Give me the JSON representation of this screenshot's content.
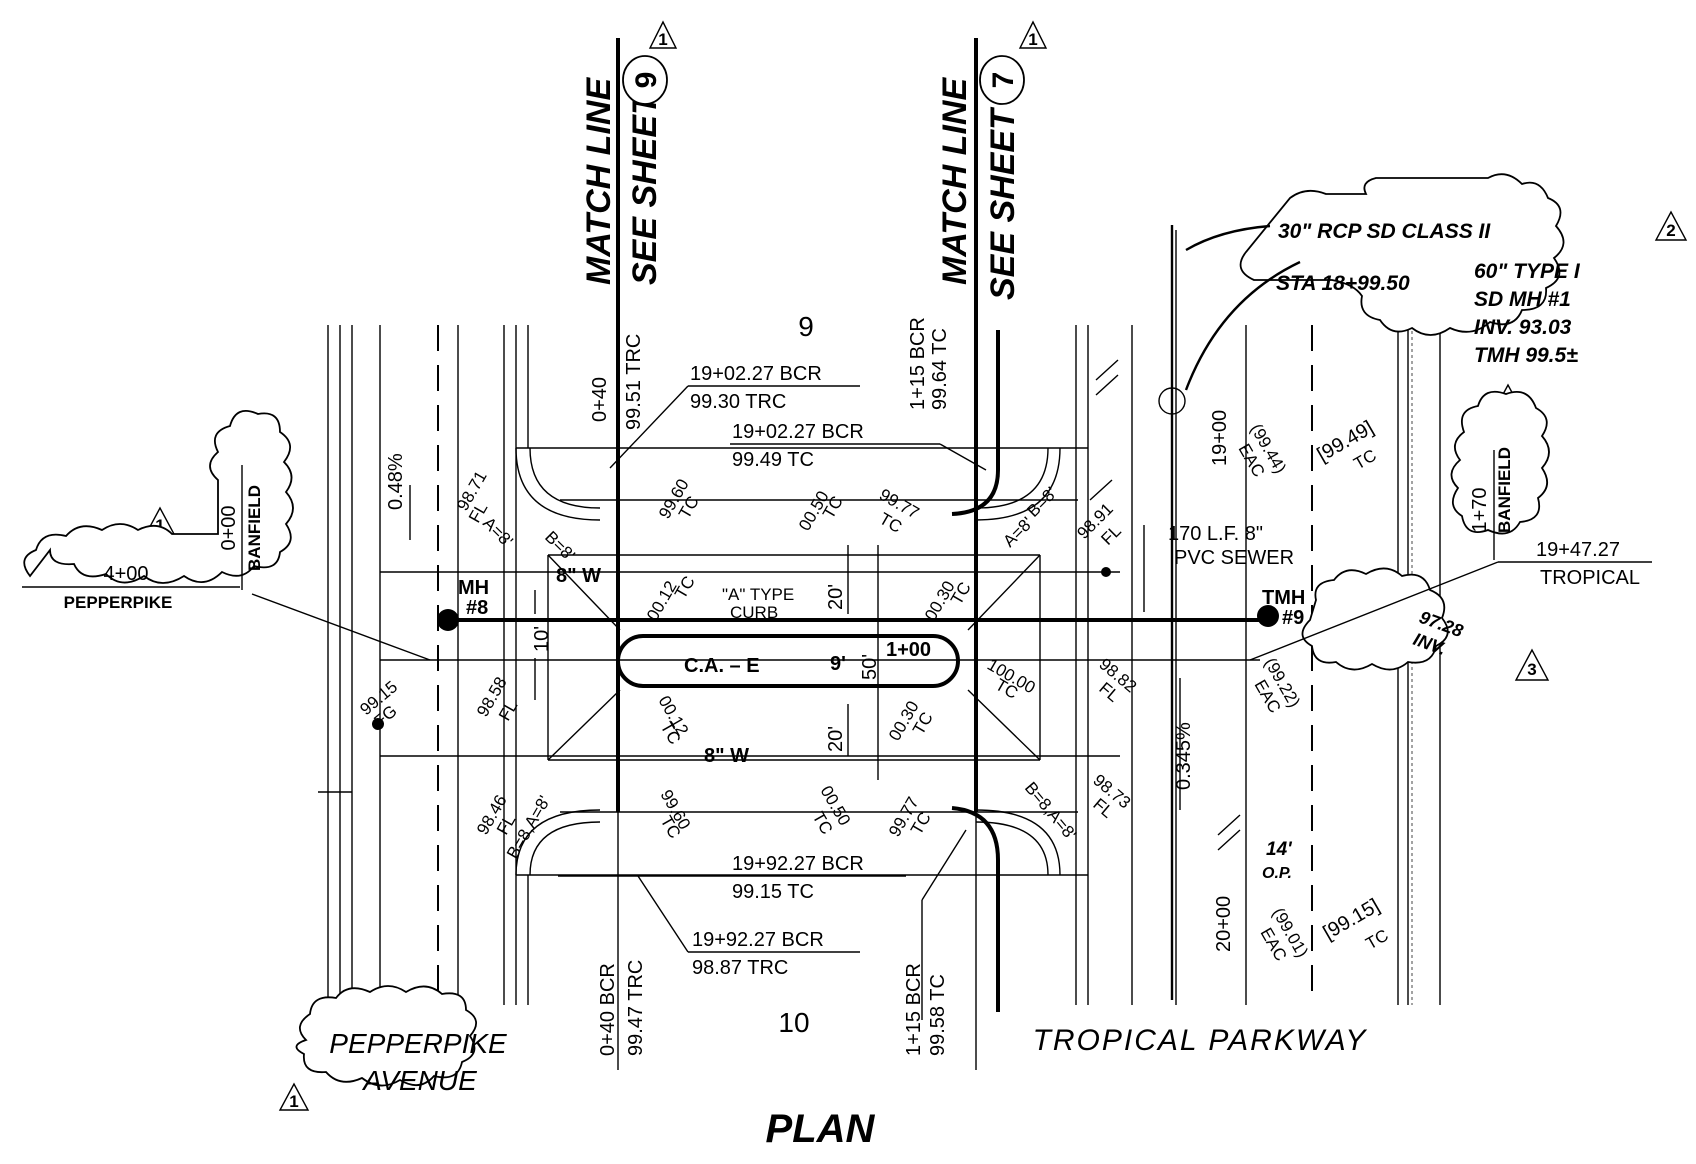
{
  "title": "PLAN",
  "blocks": {
    "north": "9",
    "south": "10"
  },
  "streets": {
    "pepperpike_line1": "PEPPERPIKE",
    "pepperpike_line2": "AVENUE",
    "tropical": "TROPICAL PARKWAY"
  },
  "match_lines": {
    "left": {
      "line1": "MATCH LINE",
      "line2": "SEE SHEET",
      "sheet": "9"
    },
    "right": {
      "line1": "MATCH LINE",
      "line2": "SEE SHEET",
      "sheet": "7"
    }
  },
  "revision_marks": {
    "rev1": "1",
    "rev2": "2",
    "rev3": "3"
  },
  "clouds": {
    "pepperpike_sta": "4+00",
    "pepperpike_name": "PEPPERPIKE",
    "banfield_sta": "0+00",
    "banfield_name": "BANFIELD",
    "banfield2_sta": "1+70",
    "banfield2_name": "BANFIELD"
  },
  "storm_drain_note": {
    "pipe": "30\" RCP SD CLASS II",
    "station": "STA 18+99.50",
    "mh_line1": "60\" TYPE I",
    "mh_line2": "SD  MH #1",
    "mh_line3": "INV.  93.03",
    "mh_line4": "TMH  99.5±"
  },
  "sewer": {
    "note_line1": "170 L.F. 8\"",
    "note_line2": "PVC SEWER",
    "mh_left_line1": "MH",
    "mh_left_line2": "#8",
    "tmh_line1": "TMH",
    "tmh_line2": "#9",
    "tmh_inv_value": "97.28",
    "tmh_inv_label": "INV."
  },
  "water": {
    "north": "8\"  W",
    "south": "8\"  W"
  },
  "grades": {
    "left_slope": "0.48%",
    "right_slope": "0.345%"
  },
  "median": {
    "label": "C.A. – E",
    "station": "1+00",
    "curb_line1": "\"A\" TYPE",
    "curb_line2": "CURB"
  },
  "dimensions": {
    "d10": "10'",
    "d20_top": "20'",
    "d20_bot": "20'",
    "d50": "50'",
    "d9": "9'",
    "d14": "14'",
    "op": "O.P."
  },
  "curb_returns": {
    "ne_a": "A=8'",
    "ne_b": "B=8'",
    "nw_a": "A=8'",
    "nw_b": "B=8'",
    "sw": "B=8,A=8'",
    "se": "B=8,A=8'"
  },
  "callouts": {
    "nw_bcr": "19+02.27 BCR",
    "nw_trc": "99.30 TRC",
    "ne_bcr": "19+02.27 BCR",
    "ne_tc": "99.49 TC",
    "sw_bcr": "19+92.27 BCR",
    "sw_trc": "98.87 TRC",
    "se_bcr": "19+92.27 BCR",
    "se_tc": "99.15 TC",
    "tropical_sta": "19+47.27",
    "tropical_name": "TROPICAL"
  },
  "vertical_labels": {
    "top_left_sta": "0+40",
    "top_left_elev": "99.51 TRC",
    "top_right_sta": "1+15 BCR",
    "top_right_elev": "99.64 TC",
    "bot_left_sta": "0+40 BCR",
    "bot_left_elev": "99.47 TRC",
    "bot_right_sta": "1+15 BCR",
    "bot_right_elev": "99.58 TC",
    "sta_1900": "19+00",
    "sta_2000": "20+00"
  },
  "elevations": {
    "e9871": {
      "top": "98.71",
      "bot": "FL"
    },
    "e9858": {
      "top": "98.58",
      "bot": "FL"
    },
    "e9915_fg": {
      "top": "99.15",
      "bot": "FG"
    },
    "e9846": {
      "top": "98.46",
      "bot": "FL"
    },
    "e9960_n": {
      "top": "99.60",
      "bot": "TC"
    },
    "e0050_n": {
      "top": "00.50",
      "bot": "TC"
    },
    "e9977_n": {
      "top": "99.77",
      "bot": "TC"
    },
    "e0012_n": {
      "top": "00.12",
      "bot": "TC"
    },
    "e0030_n": {
      "top": "00.30",
      "bot": "TC"
    },
    "e10000": {
      "top": "100.00",
      "bot": "TC"
    },
    "e0012_s": {
      "top": "00.12",
      "bot": "TC"
    },
    "e0030_s": {
      "top": "00.30",
      "bot": "TC"
    },
    "e9960_s": {
      "top": "99.60",
      "bot": "TC"
    },
    "e0050_s": {
      "top": "00.50",
      "bot": "TC"
    },
    "e9977_s": {
      "top": "99.77",
      "bot": "TC"
    },
    "e9891": {
      "top": "98.91",
      "bot": "FL"
    },
    "e9882": {
      "top": "98.82",
      "bot": "FL"
    },
    "e9873": {
      "top": "98.73",
      "bot": "FL"
    },
    "e9944": {
      "top": "(99.44)",
      "bot": "EAC"
    },
    "e9949": {
      "top": "[99.49]",
      "bot": "TC"
    },
    "e9922": {
      "top": "(99.22)",
      "bot": "EAC"
    },
    "e9901": {
      "top": "(99.01)",
      "bot": "EAC"
    },
    "e9915_tc": {
      "top": "[99.15]",
      "bot": "TC"
    }
  }
}
